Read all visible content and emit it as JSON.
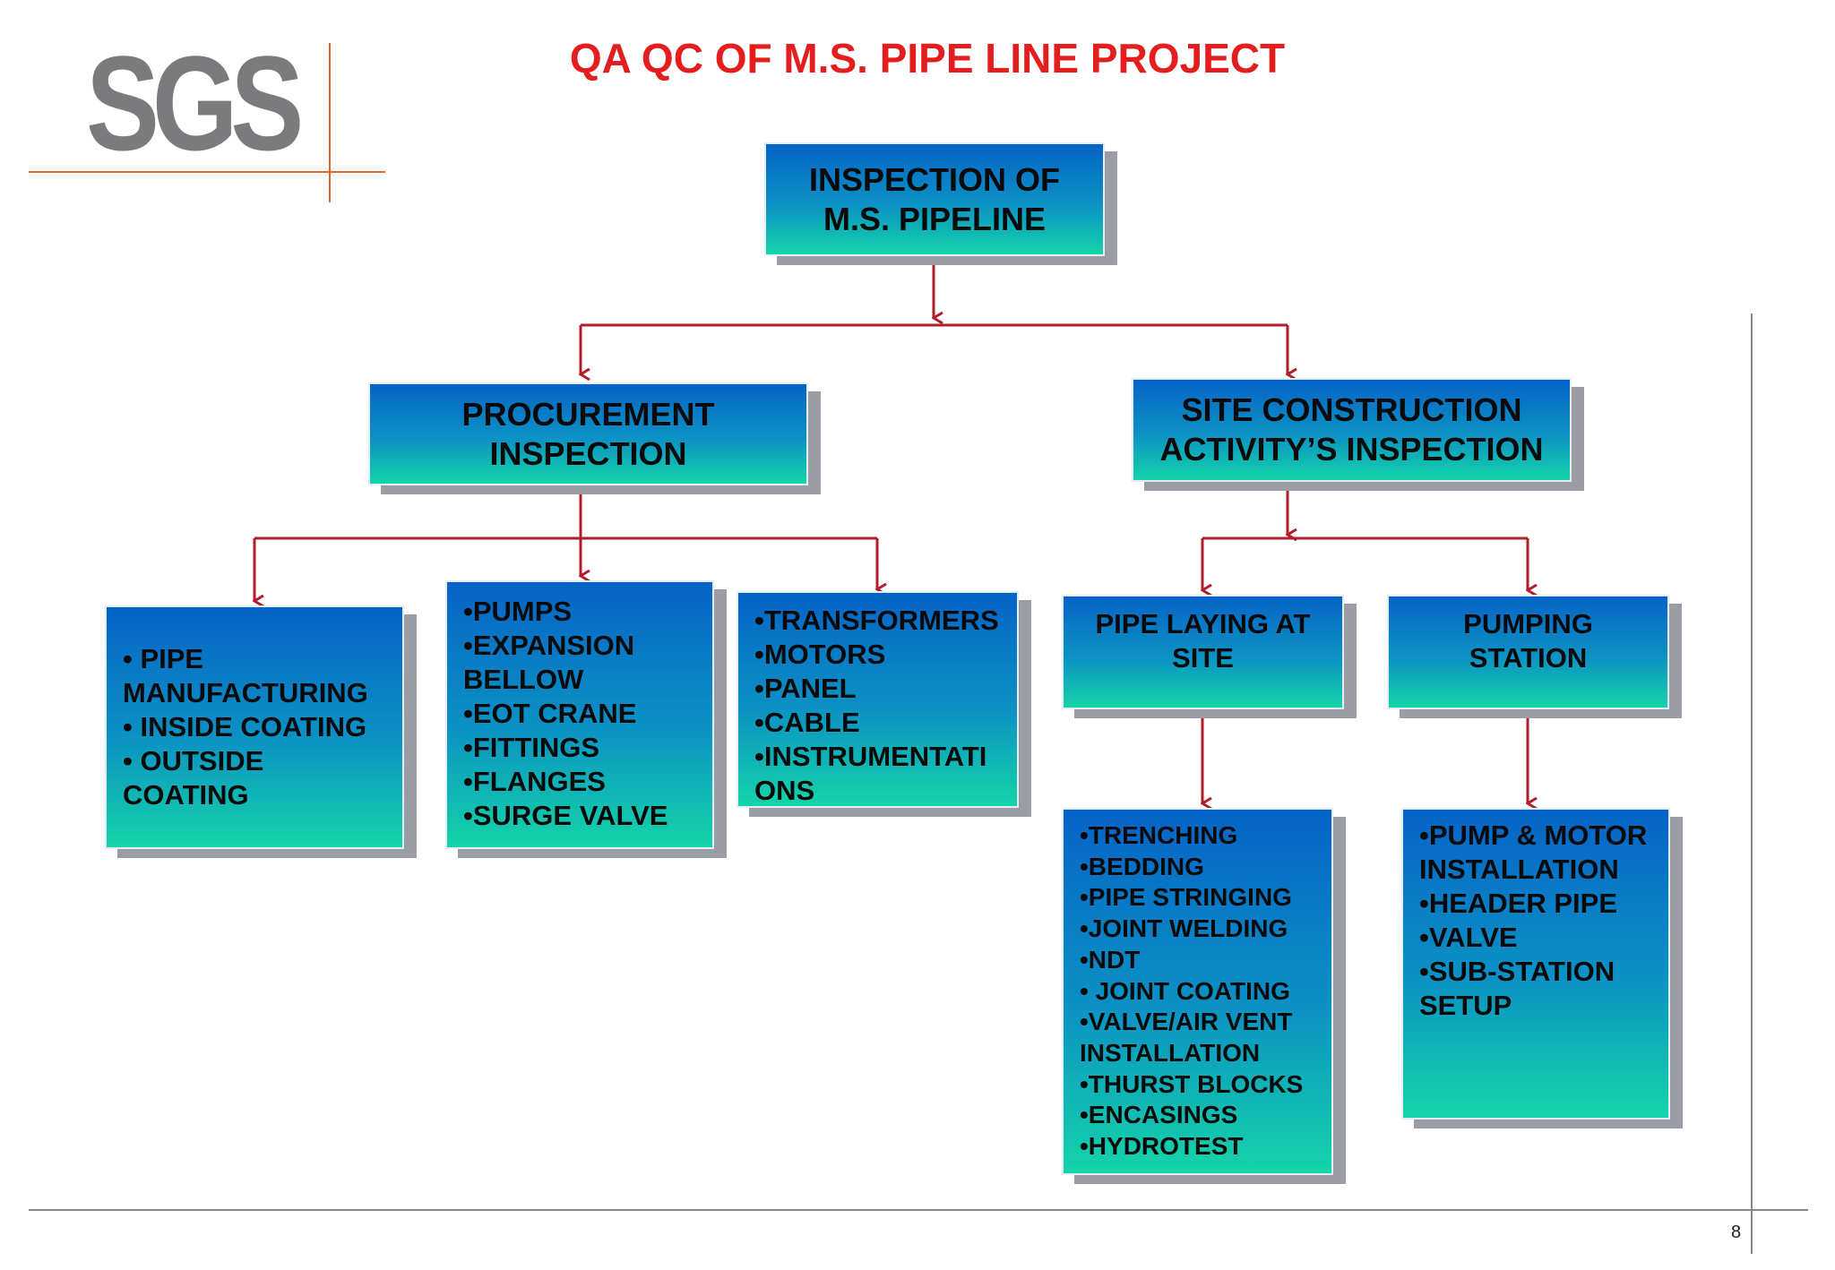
{
  "logo": {
    "text": "SGS"
  },
  "title": "QA QC OF M.S.  PIPE LINE PROJECT",
  "nodes": {
    "root": "INSPECTION OF\nM.S. PIPELINE",
    "procurement": "PROCUREMENT\nINSPECTION",
    "site": "SITE CONSTRUCTION\nACTIVITY’S INSPECTION",
    "pipe_list": "• PIPE\n  MANUFACTURING\n• INSIDE COATING\n• OUTSIDE\n   COATING",
    "pumps_list": "•PUMPS\n•EXPANSION\nBELLOW\n•EOT CRANE\n•FITTINGS\n•FLANGES\n•SURGE VALVE",
    "transformers_list": "•TRANSFORMERS\n•MOTORS\n•PANEL\n•CABLE\n•INSTRUMENTATI\nONS",
    "pipe_laying": "PIPE LAYING AT\nSITE",
    "pumping_station": "PUMPING\nSTATION",
    "trenching_list": "•TRENCHING\n•BEDDING\n•PIPE STRINGING\n•JOINT WELDING\n•NDT\n• JOINT COATING\n•VALVE/AIR VENT\nINSTALLATION\n•THURST BLOCKS\n•ENCASINGS\n•HYDROTEST",
    "pump_motor_list": "•PUMP & MOTOR\nINSTALLATION\n•HEADER PIPE\n•VALVE\n•SUB-STATION\nSETUP"
  },
  "page_number": "8",
  "colors": {
    "title": "#e41e1e",
    "connector": "#b01e2b",
    "logo": "#7b7b7d",
    "logo_line": "#e3632a"
  }
}
